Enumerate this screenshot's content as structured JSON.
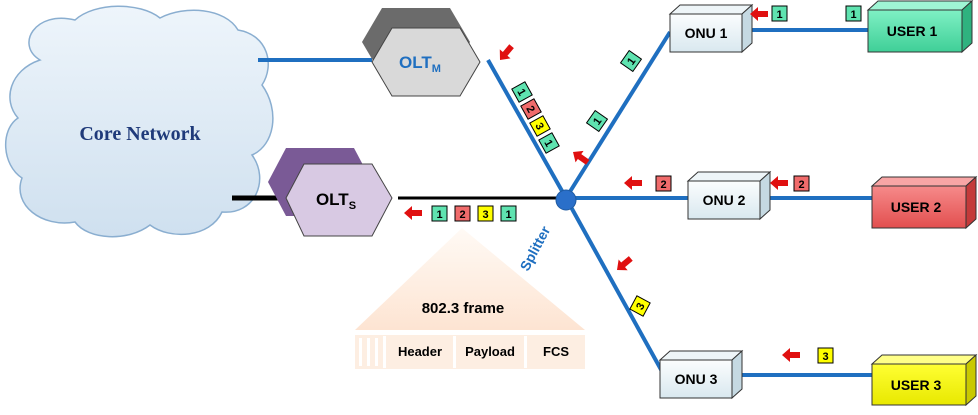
{
  "cloud": {
    "label": "Core Network"
  },
  "olt_m": {
    "label": "OLT",
    "subscript": "M"
  },
  "olt_s": {
    "label": "OLT",
    "subscript": "S"
  },
  "splitter": {
    "label": "Splitter"
  },
  "onus": [
    {
      "label": "ONU 1"
    },
    {
      "label": "ONU 2"
    },
    {
      "label": "ONU 3"
    }
  ],
  "users": [
    {
      "label": "USER 1",
      "color": "#5fe3b0"
    },
    {
      "label": "USER 2",
      "color": "#f06b6b"
    },
    {
      "label": "USER 3",
      "color": "#ffff00"
    }
  ],
  "packets": {
    "p1": "1",
    "p2": "2",
    "p3": "3"
  },
  "frame": {
    "title": "802.3 frame",
    "fields": [
      "Header",
      "Payload",
      "FCS"
    ]
  },
  "colors": {
    "fiber": "#1f6fc0",
    "arrow": "#e01010",
    "packet1": "#5fe3b0",
    "packet2": "#f06b6b",
    "packet3": "#ffff00",
    "olt_m": "#d9d9d9",
    "olt_s": "#d8c9e3"
  }
}
